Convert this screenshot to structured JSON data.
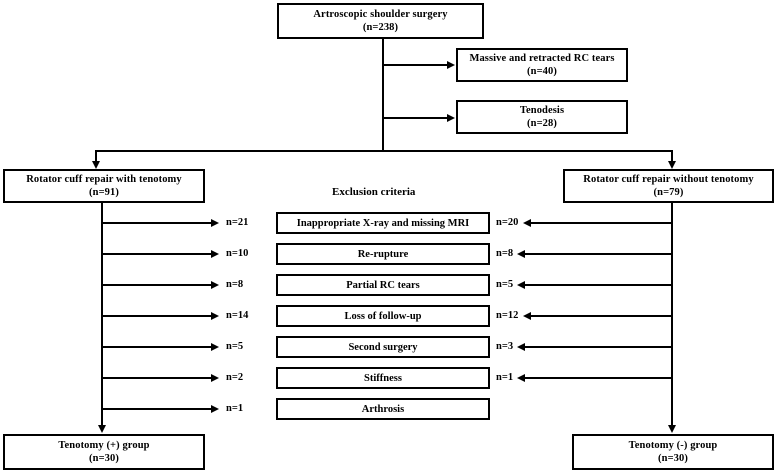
{
  "diagram": {
    "title_node": {
      "label": "Artroscopic shoulder surgery",
      "count": "(n=238)"
    },
    "excluded_top": [
      {
        "label": "Massive and retracted RC tears",
        "count": "(n=40)"
      },
      {
        "label": "Tenodesis",
        "count": "(n=28)"
      }
    ],
    "arms": {
      "left": {
        "label": "Rotator cuff repair with tenotomy",
        "count": "(n=91)"
      },
      "right": {
        "label": "Rotator  cuff repair without tenotomy",
        "count": "(n=79)"
      }
    },
    "exclusion_heading": "Exclusion criteria",
    "exclusion_rows": [
      {
        "criterion": "Inappropriate X-ray and missing MRI",
        "left_n": "n=21",
        "right_n": "n=20"
      },
      {
        "criterion": "Re-rupture",
        "left_n": "n=10",
        "right_n": "n=8"
      },
      {
        "criterion": "Partial RC tears",
        "left_n": "n=8",
        "right_n": "n=5"
      },
      {
        "criterion": "Loss of follow-up",
        "left_n": "n=14",
        "right_n": "n=12"
      },
      {
        "criterion": "Second surgery",
        "left_n": "n=5",
        "right_n": "n=3"
      },
      {
        "criterion": "Stiffness",
        "left_n": "n=2",
        "right_n": "n=1"
      },
      {
        "criterion": "Arthrosis",
        "left_n": "n=1",
        "right_n": ""
      }
    ],
    "results": {
      "left": {
        "label": "Tenotomy (+) group",
        "count": "(n=30)"
      },
      "right": {
        "label": "Tenotomy (-) group",
        "count": "(n=30)"
      }
    },
    "colors": {
      "stroke": "#000000",
      "background": "#ffffff"
    }
  }
}
